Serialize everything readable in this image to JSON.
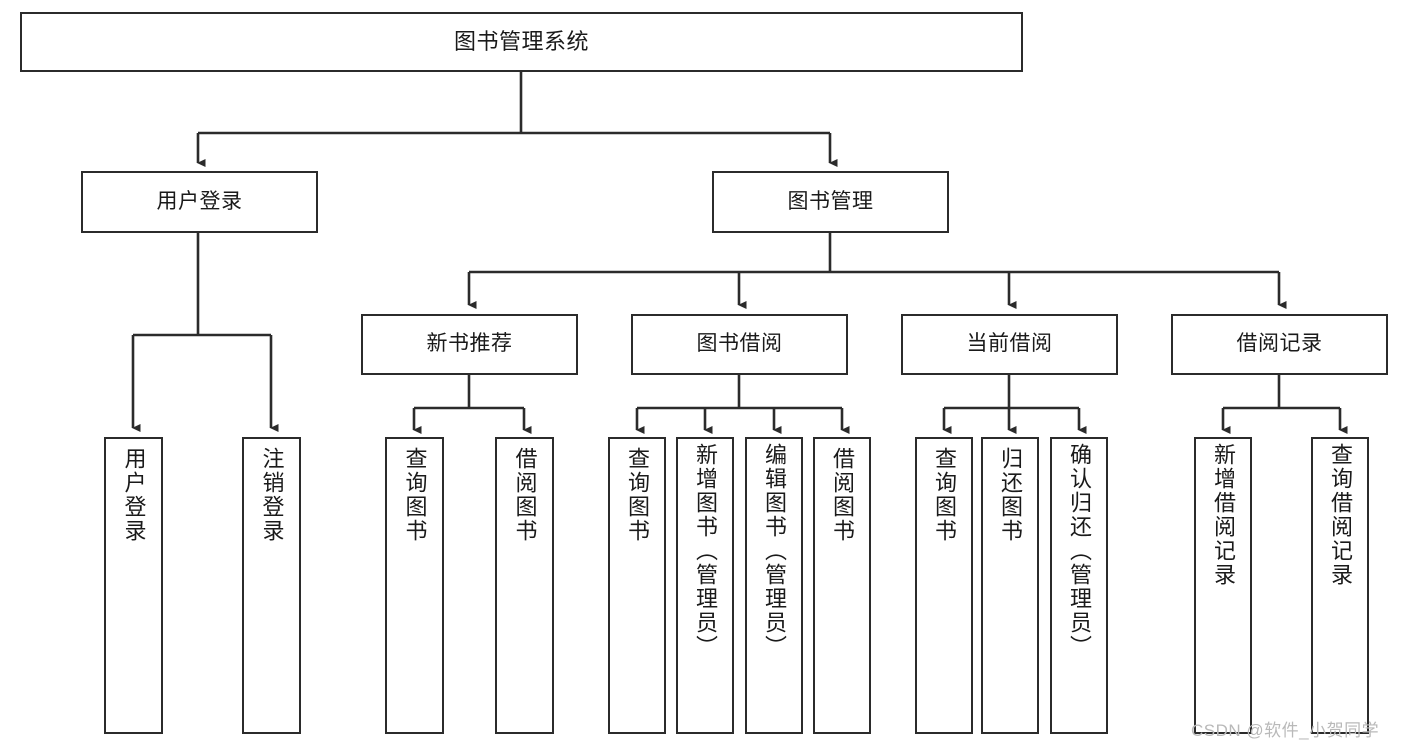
{
  "diagram": {
    "type": "tree-hierarchy",
    "title": "图书管理系统",
    "watermark": "CSDN @软件_小贺同学",
    "colors": {
      "stroke": "#2b2b2b",
      "fill": "#ffffff",
      "text": "#1a1a1a",
      "watermark": "#b9b9b9"
    },
    "nodes": {
      "root": {
        "label": "图书管理系统"
      },
      "level1": [
        {
          "id": "user-login",
          "label": "用户登录"
        },
        {
          "id": "book-manage",
          "label": "图书管理"
        }
      ],
      "level2": [
        {
          "id": "new-book-recommend",
          "label": "新书推荐"
        },
        {
          "id": "book-borrow",
          "label": "图书借阅"
        },
        {
          "id": "current-borrow",
          "label": "当前借阅"
        },
        {
          "id": "borrow-record",
          "label": "借阅记录"
        }
      ],
      "leaves": {
        "user_login": [
          {
            "id": "leaf-user-login",
            "label": "用户登录"
          },
          {
            "id": "leaf-logout-login",
            "label": "注销登录"
          }
        ],
        "new_book_recommend": [
          {
            "id": "leaf-query-book-1",
            "label": "查询图书"
          },
          {
            "id": "leaf-borrow-book-1",
            "label": "借阅图书"
          }
        ],
        "book_borrow": [
          {
            "id": "leaf-query-book-2",
            "label": "查询图书"
          },
          {
            "id": "leaf-add-book-admin",
            "label": "新增图书（管理员）"
          },
          {
            "id": "leaf-edit-book-admin",
            "label": "编辑图书（管理员）"
          },
          {
            "id": "leaf-borrow-book-2",
            "label": "借阅图书"
          }
        ],
        "current_borrow": [
          {
            "id": "leaf-query-book-3",
            "label": "查询图书"
          },
          {
            "id": "leaf-return-book",
            "label": "归还图书"
          },
          {
            "id": "leaf-confirm-return-admin",
            "label": "确认归还（管理员）"
          }
        ],
        "borrow_record": [
          {
            "id": "leaf-add-borrow-record",
            "label": "新增借阅记录"
          },
          {
            "id": "leaf-query-borrow-record",
            "label": "查询借阅记录"
          }
        ]
      }
    }
  }
}
